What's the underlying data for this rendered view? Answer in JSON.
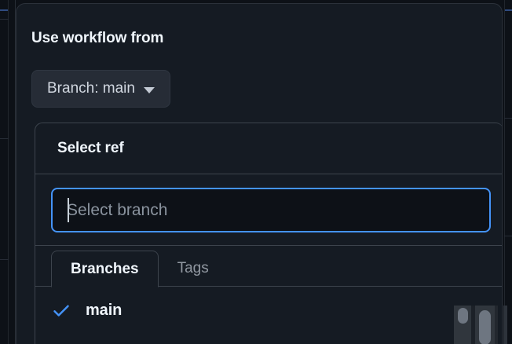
{
  "dialog": {
    "title": "Use workflow from",
    "branch_button": {
      "label": "Branch: main",
      "caret_icon": "chevron-down-icon"
    },
    "ref_picker": {
      "title": "Select ref",
      "search": {
        "value": "",
        "placeholder": "Select branch"
      },
      "tabs": [
        {
          "label": "Branches",
          "active": true
        },
        {
          "label": "Tags",
          "active": false
        }
      ],
      "items": [
        {
          "label": "main",
          "selected": true,
          "icon": "check-icon"
        }
      ]
    }
  },
  "colors": {
    "page_background": "#0d1117",
    "dialog_background": "#151b23",
    "card_border": "#3d444d",
    "button_background": "#262c36",
    "focus_ring": "#4493f8",
    "accent_check": "#4493f8",
    "text_primary": "#f0f6fc",
    "text_secondary": "#d1d7e0",
    "text_muted": "#9198a1",
    "placeholder": "#8a939e",
    "scrollbar_thumb": "#6e7681"
  },
  "scrollbars": {
    "outer": {
      "name": "page-scrollbar"
    },
    "inner": {
      "name": "list-scrollbar"
    }
  }
}
